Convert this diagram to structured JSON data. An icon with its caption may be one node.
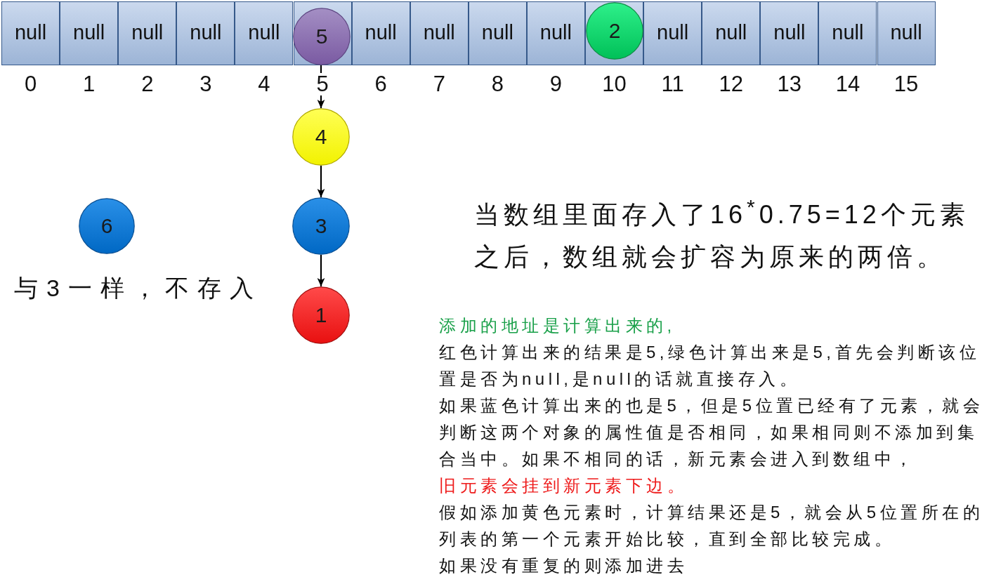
{
  "diagram": {
    "nodes": [
      {
        "text": [
          "null"
        ]
      },
      {
        "text": [
          "null"
        ]
      },
      {
        "text": [
          "null"
        ]
      },
      {
        "text": [
          "null"
        ]
      },
      {
        "text": [
          "null"
        ]
      },
      {
        "text": [],
        "shape": "box"
      },
      {
        "text": [
          "null"
        ]
      },
      {
        "text": [
          "null"
        ]
      },
      {
        "text": [
          "null"
        ]
      },
      {
        "text": [
          "null"
        ]
      },
      {
        "text": [],
        "shape": "box"
      },
      {
        "text": [
          "null"
        ]
      },
      {
        "text": [
          "null"
        ]
      },
      {
        "text": [
          "null"
        ]
      },
      {
        "text": [
          "null"
        ]
      },
      {
        "text": [
          "null"
        ]
      },
      {
        "text": [
          "5"
        ],
        "in": 5
      },
      {
        "text": [
          "2"
        ],
        "in": 10
      },
      {
        "text": [
          "4"
        ]
      },
      {
        "text": [
          "6"
        ]
      },
      {
        "text": [
          "3"
        ]
      },
      {
        "text": [
          "1"
        ]
      }
    ],
    "edges": [
      {
        "from": 16,
        "to": 18,
        "arrow": "to"
      },
      {
        "from": 18,
        "to": 20,
        "arrow": "to"
      },
      {
        "from": 20,
        "to": 21,
        "arrow": "to"
      }
    ],
    "labels": [
      "0",
      "1",
      "2",
      "3",
      "4",
      "5",
      "6",
      "7",
      "8",
      "9",
      "10",
      "11",
      "12",
      "13",
      "14",
      "15",
      "当数组里面存入了16$^{*}$0.75=12个元素之后，数组就会扩容为原来的两倍。",
      "与3一样，不存入",
      "添加的地址是计算出来的,",
      "红色计算出来的结果是5,绿色计算出来是5,首先会判断该位置是否为null,是null的话就直接存入。",
      "如果蓝色计算出来的也是5，但是5位置已经有了元素，就会判断这两个对象的属性值是否相同，如果相同则不添加到集合当中。如果不相同的话，新元素会进入到数组中，",
      "旧元素会挂到新元素下边。",
      "假如添加黄色元素时，计算结果还是5，就会从5位置所在的列表的第一个元素开始比较，直到全部比较完成。",
      "如果没有重复的则添加进去"
    ]
  }
}
